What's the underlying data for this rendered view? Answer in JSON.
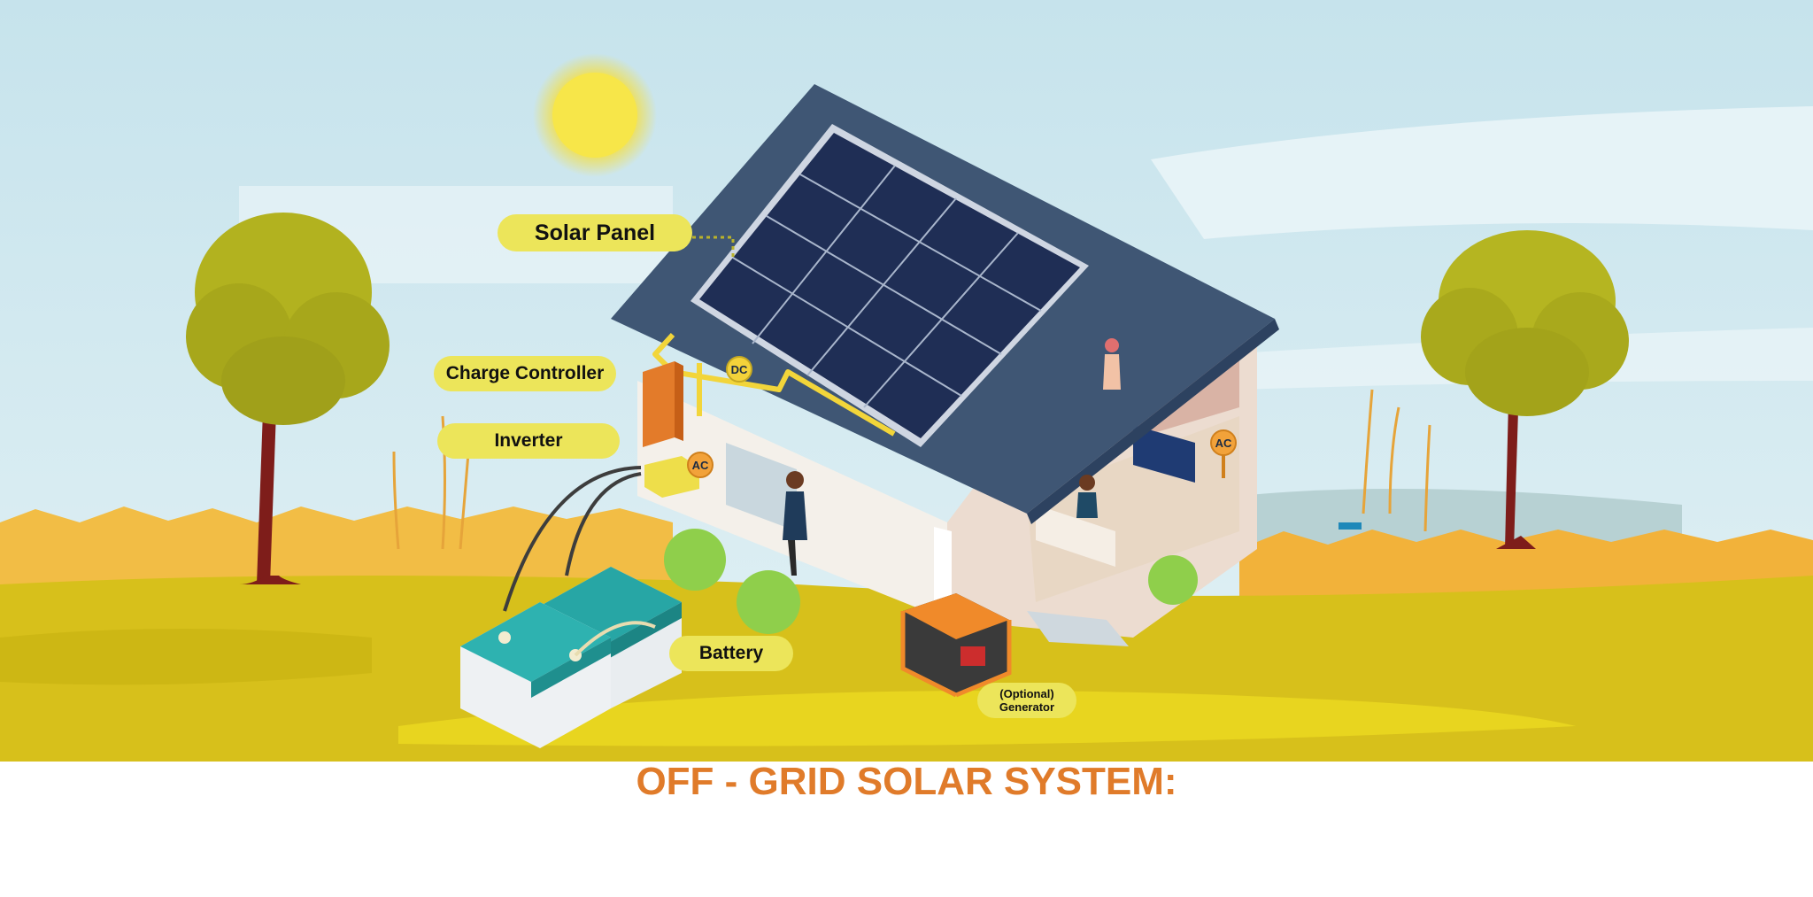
{
  "labels": {
    "solar_panel": "Solar Panel",
    "charge_controller": "Charge Controller",
    "inverter": "Inverter",
    "battery": "Battery",
    "generator_line1": "(Optional)",
    "generator_line2": "Generator"
  },
  "badges": {
    "dc": "DC",
    "ac_left": "AC",
    "ac_right": "AC"
  },
  "title": "OFF - GRID SOLAR SYSTEM:",
  "colors": {
    "title": "#e07b2a",
    "label_bg": "#ece55a",
    "roof": "#3f5674",
    "panel": "#1f2e55",
    "sky": "#cde7ef",
    "ground": "#d8c11c"
  }
}
